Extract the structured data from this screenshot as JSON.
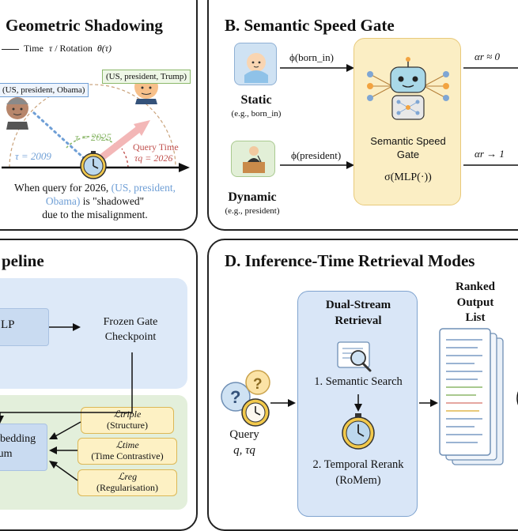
{
  "panel_a": {
    "title": "Geometric Shadowing",
    "axis_label_prefix": "Time",
    "axis_label_mid": "/ Rotation",
    "tau_symbol": "τ",
    "theta_symbol": "θ(τ)",
    "tag_obama": "(US, president, Obama)",
    "tag_trump": "(US, president, Trump)",
    "tau_2009": "τ = 2009",
    "tau_2025": "τ = 2025",
    "query_time_label": "Query Time",
    "tau_q_2026": "τq = 2026",
    "caption_1": "When query for 2026,",
    "caption_highlight": "(US, president, Obama)",
    "caption_2": "is \"shadowed\"",
    "caption_3": "due to the misalignment."
  },
  "panel_b": {
    "title": "B. Semantic Speed Gate",
    "static_label": "Static",
    "static_example": "(e.g., born_in)",
    "dynamic_label": "Dynamic",
    "dynamic_example": "(e.g., president)",
    "phi_born_in": "ϕ(born_in)",
    "phi_president": "ϕ(president)",
    "gate_label_1": "Semantic Speed",
    "gate_label_2": "Gate",
    "gate_formula": "σ(MLP(·))",
    "alpha_static": "αr ≈ 0",
    "alpha_dynamic": "αr → 1"
  },
  "panel_c": {
    "title": "peline",
    "mlp_label": "LP",
    "frozen_1": "Frozen Gate",
    "frozen_2": "Checkpoint",
    "embedding_1": "nbedding",
    "embedding_2": "rum",
    "loss_triple": "ℒtriple",
    "loss_triple_desc": "(Structure)",
    "loss_time": "ℒtime",
    "loss_time_desc": "(Time Contrastive)",
    "loss_reg": "ℒreg",
    "loss_reg_desc": "(Regularisation)"
  },
  "panel_d": {
    "title": "D. Inference-Time Retrieval Modes",
    "query_label": "Query",
    "query_vars": "q, τq",
    "dual_1": "Dual-Stream",
    "dual_2": "Retrieval",
    "step_1": "1. Semantic Search",
    "step_2": "2. Temporal Rerank",
    "step_2b": "(RoMem)",
    "ranked_1": "Ranked",
    "ranked_2": "Output",
    "ranked_3": "List"
  },
  "colors": {
    "blue_text": "#6f9fd6",
    "green_text": "#8cb86b",
    "red_text": "#c0504d",
    "blue_fill": "#dce8f7",
    "yellow_fill": "#fbeec4",
    "green_fill": "#e3efdb"
  }
}
